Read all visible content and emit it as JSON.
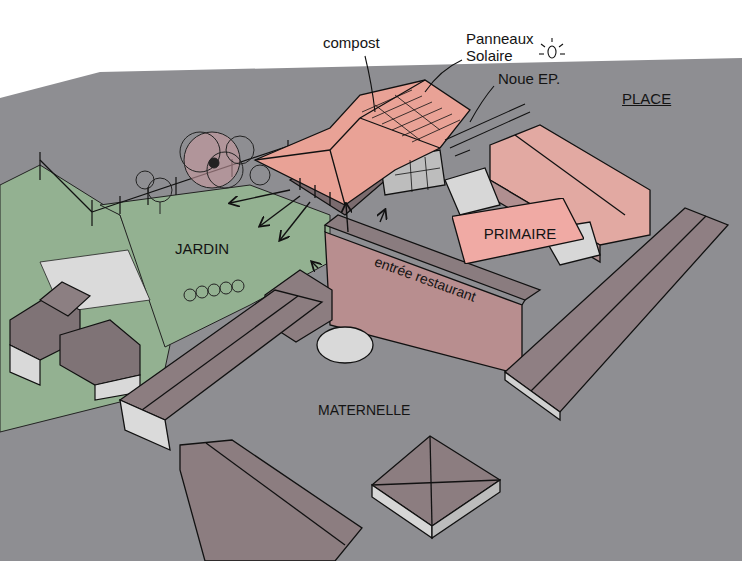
{
  "diagram": {
    "nodes": [
      {
        "text": [
          "PRIMAIRE"
        ]
      }
    ],
    "labels": [
      "compost",
      "Panneaux Solaire",
      "Noue EP.",
      "PLACE",
      "JARDIN",
      "entrée restaurant",
      "MATERNELLE"
    ]
  }
}
